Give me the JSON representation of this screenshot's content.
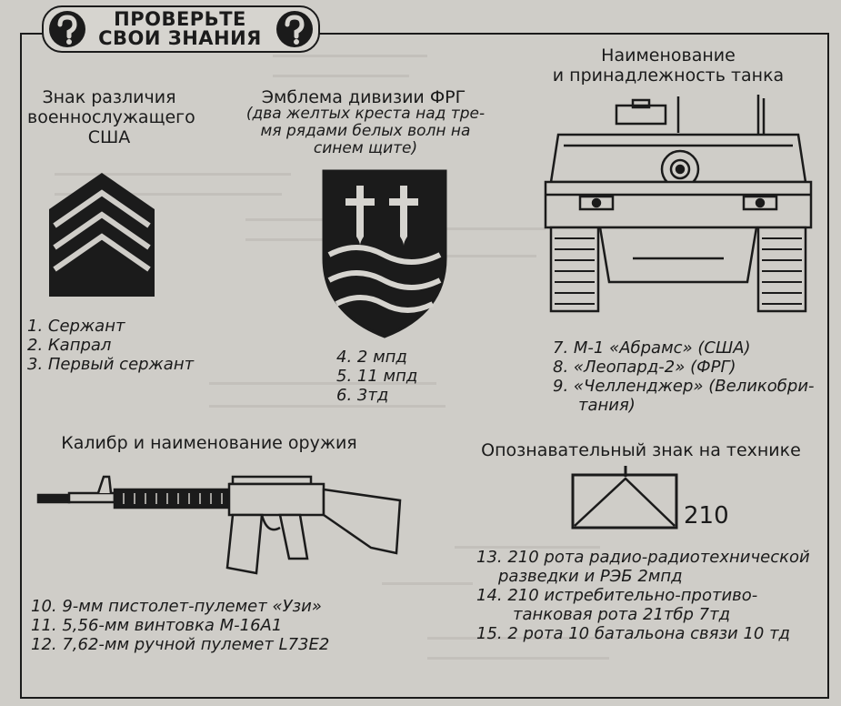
{
  "banner": {
    "title_line1": "ПРОВЕРЬТЕ",
    "title_line2": "СВОИ ЗНАНИЯ",
    "left_icon": "question-mark-icon",
    "right_icon": "question-mark-icon"
  },
  "insignia": {
    "heading": [
      "Знак различия",
      "военнослужащего",
      "США"
    ],
    "options": [
      "1. Сержант",
      "2. Капрал",
      "3. Первый сержант"
    ]
  },
  "emblem": {
    "heading": "Эмблема дивизии ФРГ",
    "subheading": [
      "(два желтых креста над тре-",
      "мя рядами белых волн на",
      "синем щите)"
    ],
    "options": [
      "4. 2 мпд",
      "5. 11 мпд",
      "6. 3тд"
    ]
  },
  "tank": {
    "heading": [
      "Наименование",
      "и принадлежность танка"
    ],
    "options": [
      "7. М-1 «Абрамс» (США)",
      "8. «Леопард-2» (ФРГ)",
      "9. «Челленджер» (Великобри-",
      "тания)"
    ]
  },
  "weapon": {
    "heading": "Калибр и наименование оружия",
    "options": [
      "10. 9-мм пистолет-пулемет «Узи»",
      "11.  5,56-мм винтовка  М-16А1",
      "12.  7,62-мм ручной пулемет L73E2"
    ]
  },
  "vehicle_sign": {
    "heading": "Опознавательный знак на технике",
    "number": "210",
    "options": [
      "13. 210 рота радио-радиотехнической",
      "разведки и РЭБ 2мпд",
      "14. 210 истребительно-противо-",
      "танковая рота 21тбр 7тд",
      "15.  2 рота 10 батальона связи 10 тд"
    ]
  }
}
